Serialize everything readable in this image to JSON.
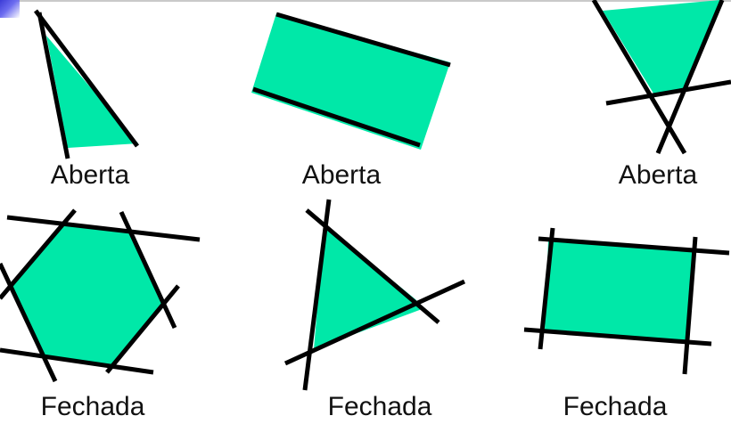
{
  "colors": {
    "region_fill": "#00e8a8",
    "line": "#000000",
    "background": "#ffffff",
    "corner_accent": "#4040e0"
  },
  "figures": [
    {
      "label": "Aberta",
      "kind": "open-wedge"
    },
    {
      "label": "Aberta",
      "kind": "open-strip"
    },
    {
      "label": "Aberta",
      "kind": "open-funnel"
    },
    {
      "label": "Fechada",
      "kind": "closed-hexagon"
    },
    {
      "label": "Fechada",
      "kind": "closed-triangle"
    },
    {
      "label": "Fechada",
      "kind": "closed-quadrilateral"
    }
  ]
}
